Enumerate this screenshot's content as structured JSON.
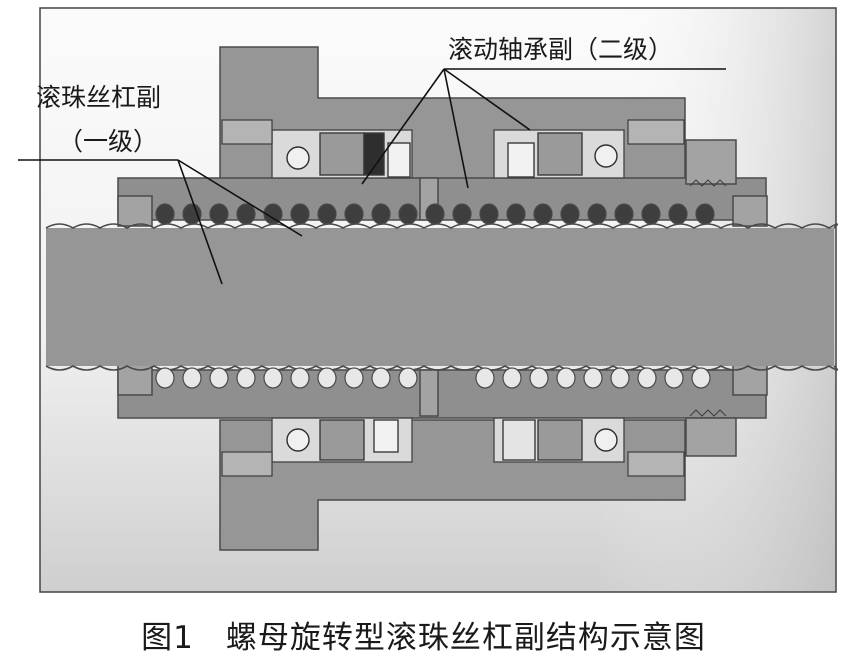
{
  "labels": {
    "bearing_pair": "滚动轴承副（二级）",
    "screw_pair_line1": "滚珠丝杠副",
    "screw_pair_line2": "（一级）"
  },
  "caption": "图1　螺母旋转型滚珠丝杠副结构示意图",
  "colors": {
    "body": "#969696",
    "body_dark": "#7f7f7f",
    "outline": "#4a4a4a",
    "ball": "#3e3e3e",
    "ball_light": "#e8e8e8",
    "frame": "#444444",
    "leader": "#111111"
  }
}
